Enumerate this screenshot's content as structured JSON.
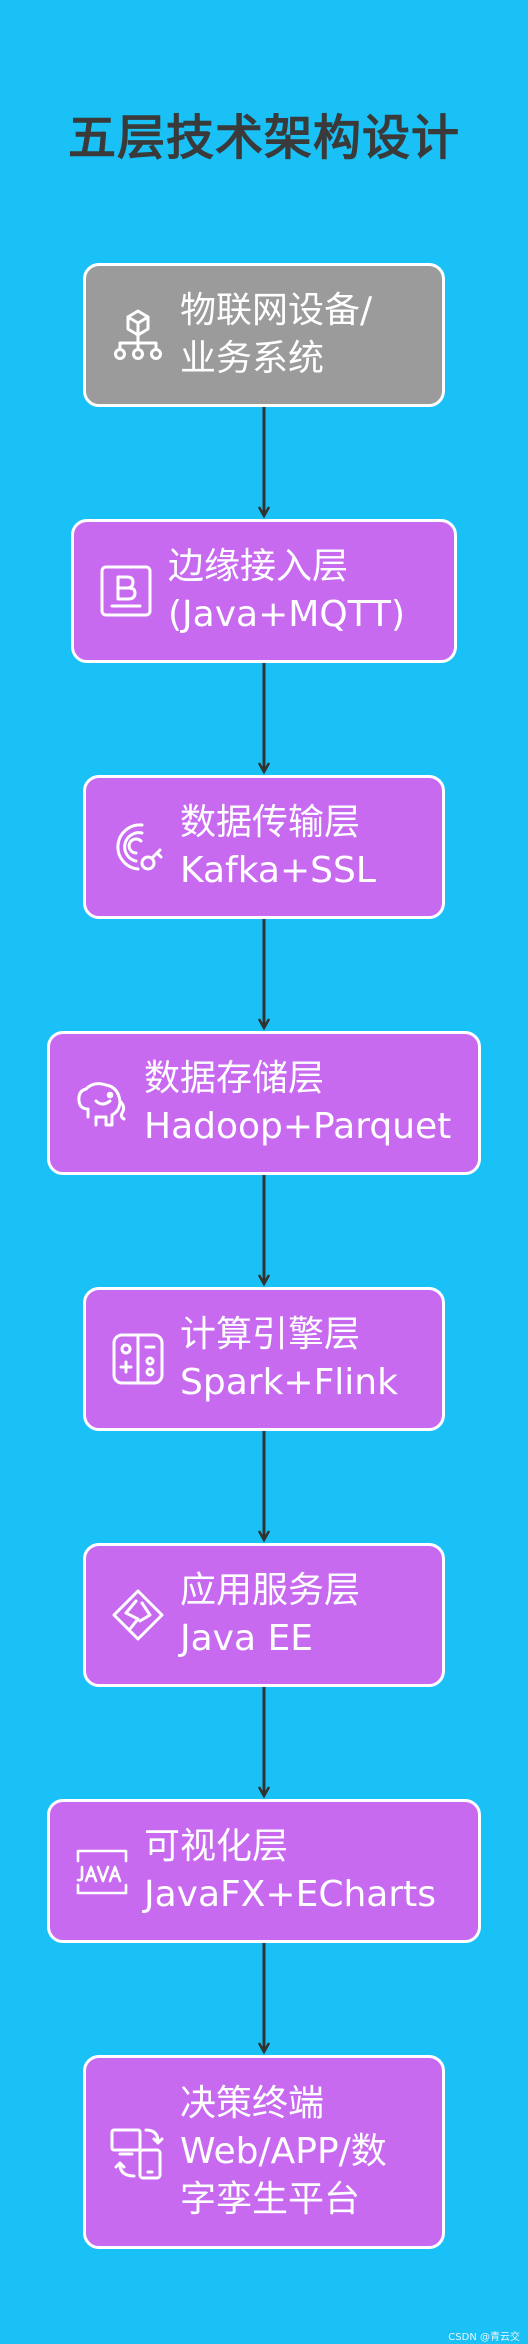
{
  "title": "五层技术架构设计",
  "nodes": [
    {
      "id": "devices",
      "label": "物联网设备/\n业务系统",
      "icon": "hierarchy-icon",
      "color": "#9b9b9b"
    },
    {
      "id": "edge",
      "label": "边缘接入层\n(Java+MQTT)",
      "icon": "letter-b-icon",
      "color": "#c86af0"
    },
    {
      "id": "transport",
      "label": "数据传输层\nKafka+SSL",
      "icon": "stream-key-icon",
      "color": "#c86af0"
    },
    {
      "id": "storage",
      "label": "数据存储层\nHadoop+Parquet",
      "icon": "elephant-icon",
      "color": "#c86af0"
    },
    {
      "id": "compute",
      "label": "计算引擎层\nSpark+Flink",
      "icon": "gamepad-icon",
      "color": "#c86af0"
    },
    {
      "id": "service",
      "label": "应用服务层\nJava EE",
      "icon": "diamond-logo-icon",
      "color": "#c86af0"
    },
    {
      "id": "visual",
      "label": "可视化层\nJavaFX+ECharts",
      "icon": "java-icon",
      "color": "#c86af0"
    },
    {
      "id": "decision",
      "label": "决策终端\nWeb/APP/数\n字孪生平台",
      "icon": "devices-sync-icon",
      "color": "#c86af0"
    }
  ],
  "colors": {
    "background": "#19c1f7",
    "node": "#c86af0",
    "node_gray": "#9b9b9b",
    "border": "#ffffff",
    "edge": "#333333"
  },
  "footer": "CSDN @青云交"
}
